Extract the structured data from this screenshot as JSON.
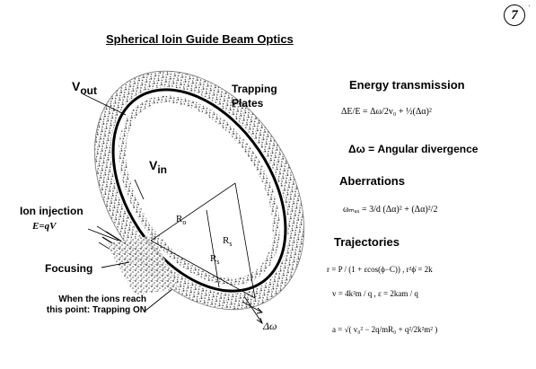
{
  "page": {
    "number": "7"
  },
  "title": "Spherical Ioin Guide Beam Optics",
  "diagram": {
    "labels": {
      "v_out": "V",
      "v_out_sub": "out",
      "v_in": "V",
      "v_in_sub": "in",
      "trapping_1": "Trapping",
      "trapping_2": "Plates",
      "ion_injection": "Ion injection",
      "energy_eq": "E=qV",
      "focusing": "Focusing",
      "note_1": "When the ions reach",
      "note_2": "this point: Trapping ON",
      "r0": "R",
      "r0_sub": "o",
      "rs_upper": "R",
      "rs_upper_sub": "s",
      "rs_lower": "R",
      "rs_lower_sub": "s",
      "delta_omega": "Δω"
    }
  },
  "sections": {
    "energy_transmission": {
      "heading": "Energy transmission",
      "formula_prefix": "ΔE/E =",
      "formula_body": "Δω/2v₀ + ½(Δα)²",
      "definition": "Δω =  Angular divergence"
    },
    "aberrations": {
      "heading": "Aberrations",
      "formula": "ωₘₐₓ = 3/d (Δα)² + (Δα)²/2"
    },
    "trajectories": {
      "heading": "Trajectories",
      "line1": "r = P / (1 + εcos(ϕ−C)) ,   r²ϕ̇ = 2k",
      "line2": "v = 4k²m / q ,   ε = 2kam / q",
      "line3": "a = √( v₀² − 2q/mR₀ + q²/2k²m² )"
    }
  }
}
